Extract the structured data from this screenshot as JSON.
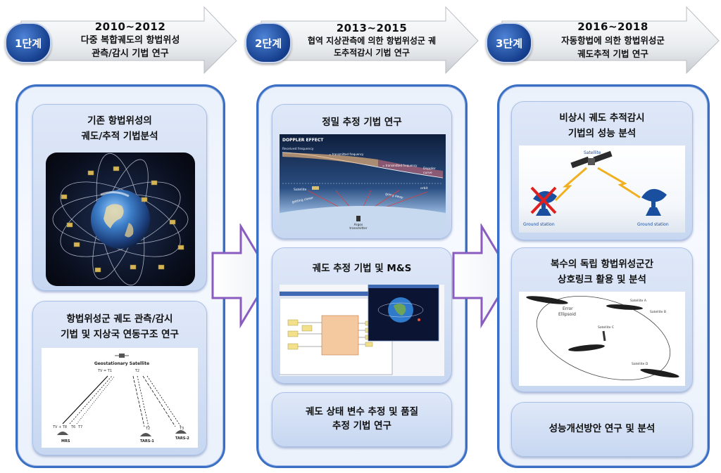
{
  "stages": [
    {
      "badge": "1단계",
      "years": "2010~2012",
      "line1": "다중 복합궤도의 항법위성",
      "line2": "관측/감시 기법 연구"
    },
    {
      "badge": "2단계",
      "years": "2013~2015",
      "line1": "협역 지상관측에 의한 항법위성군 궤",
      "line2": "도추적감시 기법 연구"
    },
    {
      "badge": "3단계",
      "years": "2016~2018",
      "line1": "자동항법에 의한 항법위성군",
      "line2": "궤도추적 기법 연구"
    }
  ],
  "col1": {
    "box1": {
      "title_line1": "기존 항법위성의",
      "title_line2": "궤도/추적 기법분석"
    },
    "box2": {
      "title_line1": "항법위성군 궤도 관측/감시",
      "title_line2": "기법 및 지상국 연동구조 연구",
      "diagram": {
        "sat": "Geostationary Satellite",
        "t_left": "TV = T1",
        "t_right": "T2",
        "mrs": "MRS",
        "tars1": "TARS-1",
        "tars2": "TARS-2",
        "tt": "TV + T8",
        "t6": "T6",
        "t7": "T7",
        "t2b": "T2",
        "t3": "T3"
      }
    }
  },
  "col2": {
    "box1": {
      "title": "정밀 추정 기법 연구",
      "diagram": {
        "header": "DOPPLER EFFECT",
        "received": "Received frequency",
        "recv_plus": "= transmitted frequency",
        "recv_minus": "= transmitted frequency",
        "doppler": "Doppler",
        "curve": "curve",
        "satellite": "Satellite",
        "orbit": "orbit",
        "getting_closer": "getting closer",
        "going_away": "going away",
        "argos": "Argos",
        "transmitter": "transmitter"
      }
    },
    "box2": {
      "title": "궤도 추정 기법 및 M&S"
    },
    "box3": {
      "title_line1": "궤도 상태 변수 추정 및 품질",
      "title_line2": "추정 기법 연구"
    }
  },
  "col3": {
    "box1": {
      "title_line1": "비상시 궤도 추적감시",
      "title_line2": "기법의 성능 분석",
      "diagram": {
        "satellite": "Satellite",
        "ground1": "Ground station",
        "ground2": "Ground station"
      }
    },
    "box2": {
      "title_line1": "복수의 독립 항법위성군간",
      "title_line2": "상호링크 활용 및 분석",
      "diagram": {
        "error": "Error",
        "ellipsoid": "Ellipsoid",
        "sat_a": "Satellite A",
        "sat_b": "Satellite B",
        "sat_c": "Satellite C",
        "sat_d": "Satellite D"
      }
    },
    "box3": {
      "title": "성능개선방안 연구 및 분석"
    }
  },
  "colors": {
    "accent": "#3b6fc4",
    "badge": "#1a4a9a",
    "arrow_border": "#8a5cc0"
  }
}
